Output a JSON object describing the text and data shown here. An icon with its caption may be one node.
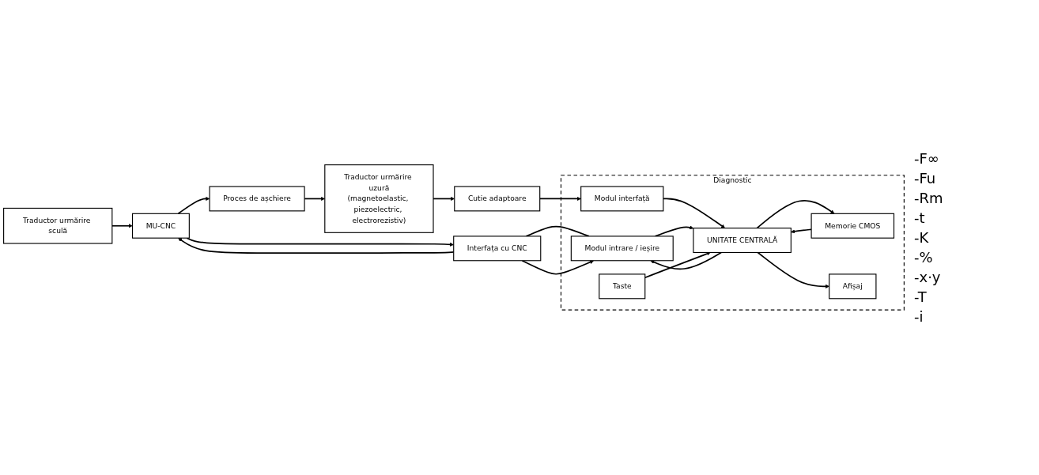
{
  "diagram": {
    "nodes": [
      {
        "text": [
          "MU-CNC"
        ]
      },
      {
        "text": [
          "Interfața cu CNC"
        ]
      },
      {
        "text": [
          "Diagnostic"
        ]
      },
      {
        "text": [
          "Modul intrare / ieșire"
        ],
        "in": 2
      },
      {
        "text": [
          "Memorie CMOS"
        ],
        "in": 2
      },
      {
        "text": [
          "UNITATE CENTRALĂ"
        ],
        "in": 2
      },
      {
        "text": [
          "Afișaj"
        ],
        "in": 2
      },
      {
        "text": [
          "Taste"
        ],
        "in": 2
      },
      {
        "text": [
          "Proces de așchiere"
        ]
      },
      {
        "text": [
          "Traductor urmărire sculă"
        ]
      },
      {
        "text": [
          "Traductor urmărire uzură",
          "(magnetoelastic, piezoelectric, electrorezistiv)"
        ]
      },
      {
        "text": [
          "Cutie adaptoare"
        ]
      },
      {
        "text": [
          "Modul interfață"
        ],
        "in": 2
      }
    ],
    "edges": [
      {
        "from": 1,
        "to": 0,
        "arrow": "to"
      },
      {
        "from": 0,
        "to": 1,
        "arrow": "to"
      },
      {
        "from": 1,
        "to": 3,
        "arrow": "none"
      },
      {
        "from": 1,
        "to": 3,
        "arrow": "to"
      },
      {
        "from": 0,
        "to": 8,
        "arrow": "to"
      },
      {
        "from": 9,
        "to": 0,
        "arrow": "to"
      },
      {
        "from": 8,
        "to": 10,
        "arrow": "to"
      },
      {
        "from": 10,
        "to": 11,
        "arrow": "to"
      },
      {
        "from": 11,
        "to": 12,
        "arrow": "to"
      },
      {
        "from": 12,
        "to": 5,
        "arrow": "to"
      },
      {
        "from": 5,
        "to": 3,
        "arrow": "to"
      },
      {
        "from": 3,
        "to": 5,
        "arrow": "to"
      },
      {
        "from": 4,
        "to": 5,
        "arrow": "to"
      },
      {
        "from": 5,
        "to": 4,
        "arrow": "to"
      },
      {
        "from": 5,
        "to": 6,
        "arrow": "to"
      },
      {
        "from": 7,
        "to": 5,
        "arrow": "to"
      }
    ],
    "labels": [
      "-F∞",
      "-Fu",
      "-Rm",
      "-t",
      "-K",
      "-%",
      "-x·y",
      "-T",
      "-i"
    ]
  }
}
